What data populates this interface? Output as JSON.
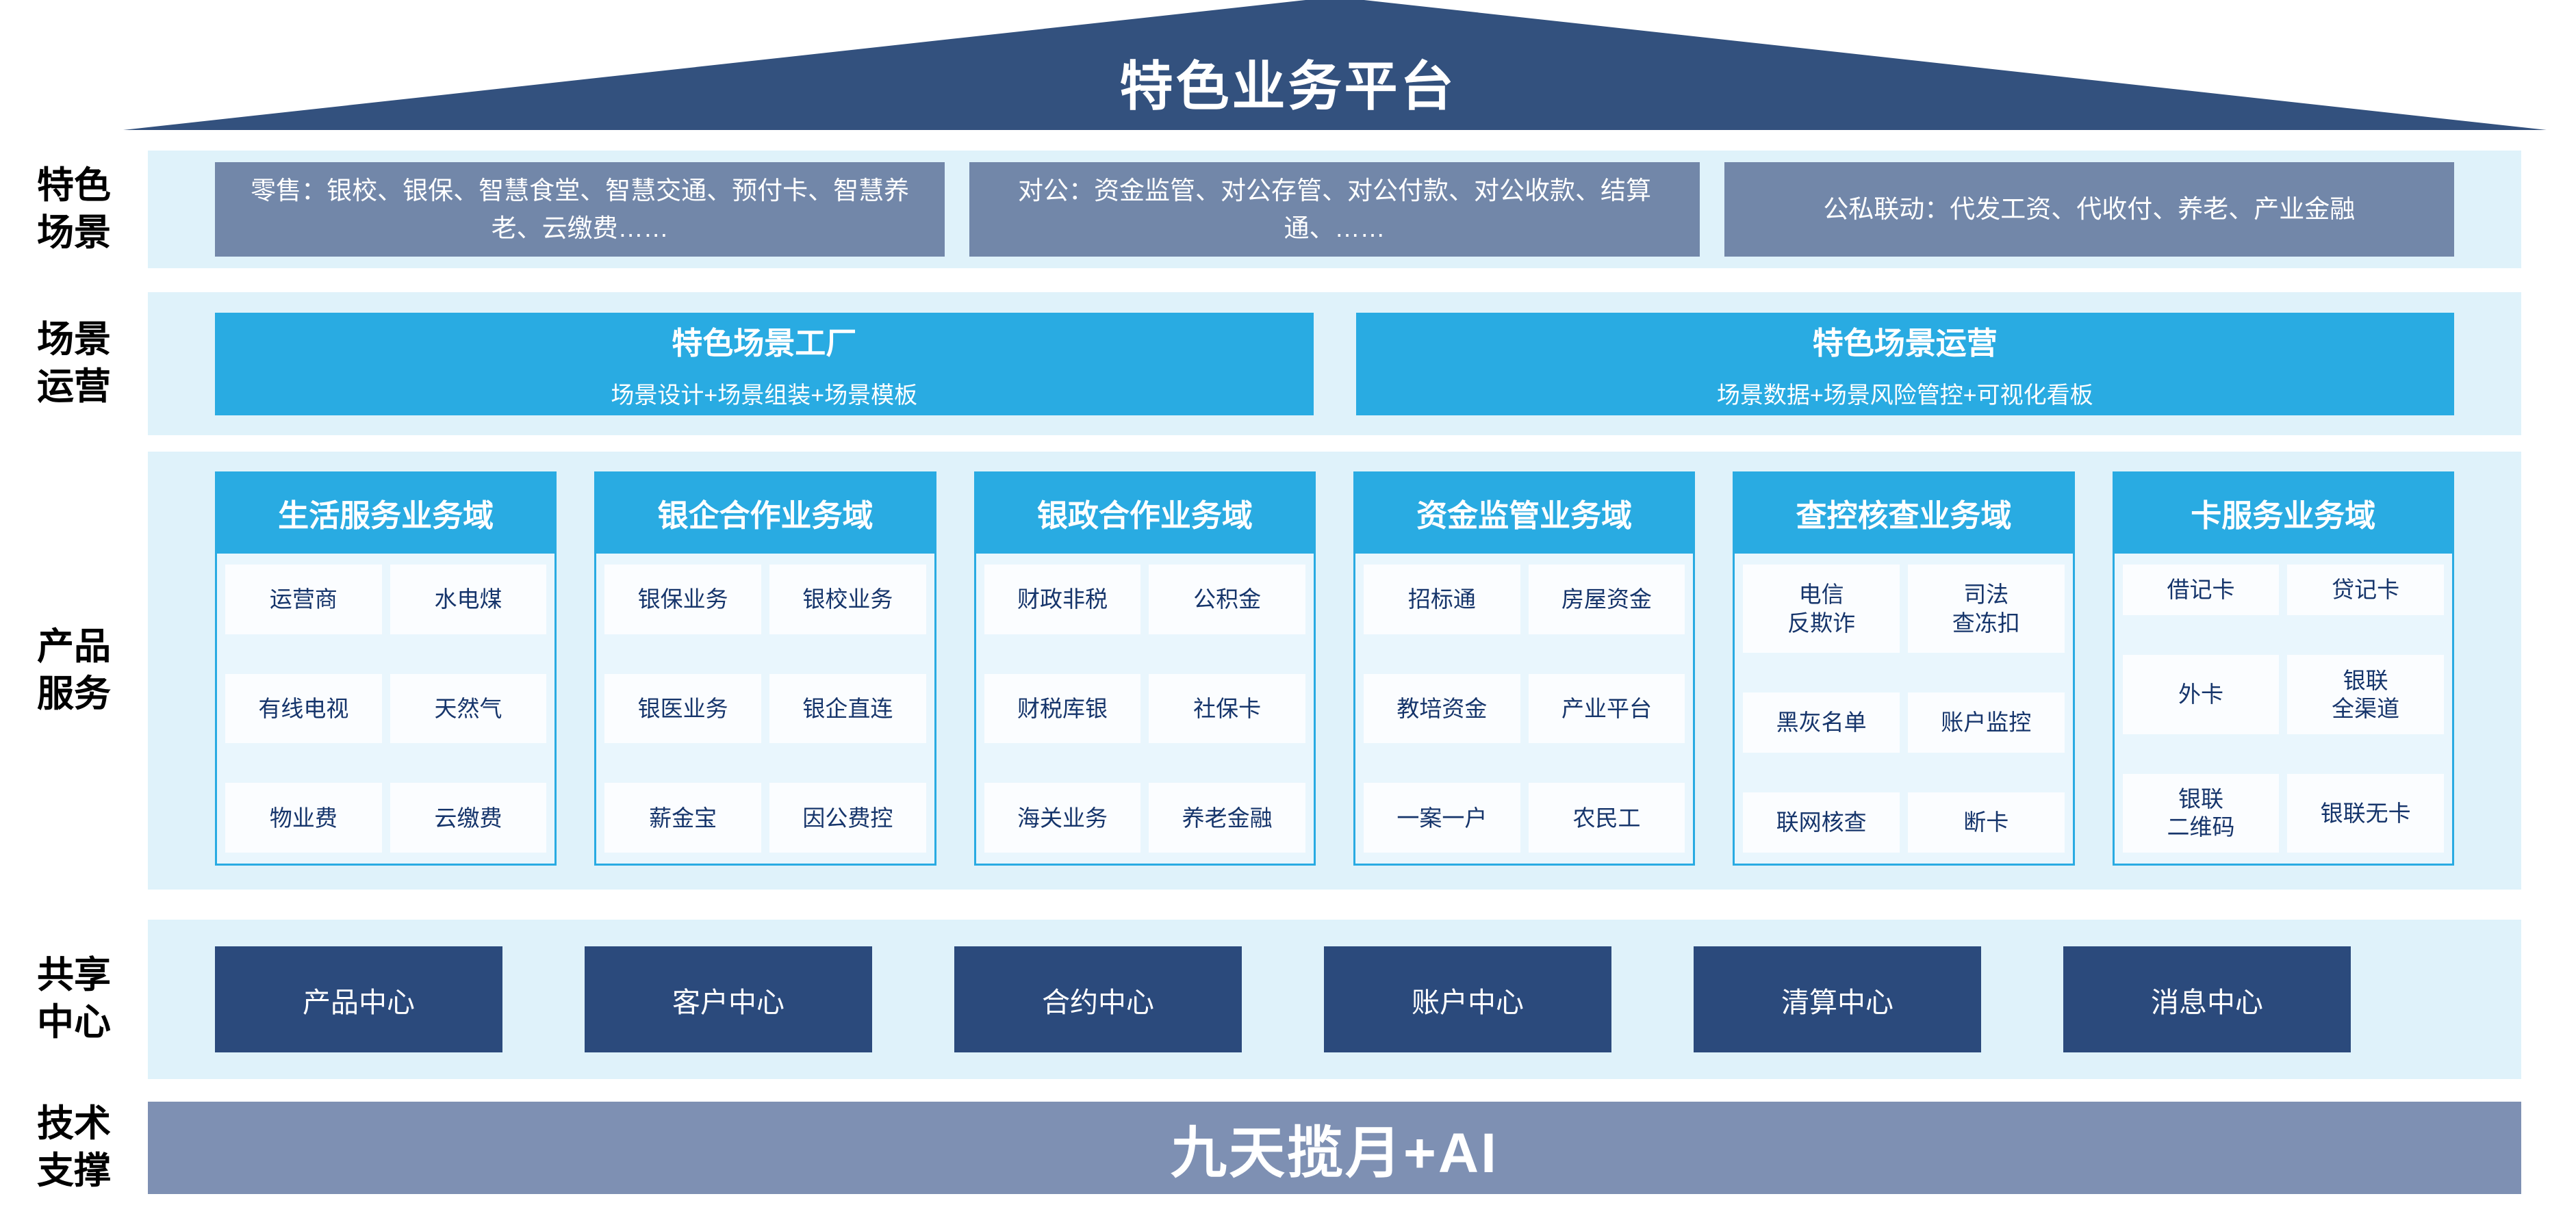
{
  "platform_title": "特色业务平台",
  "colors": {
    "roof_navy": "#33517E",
    "scenario_grayblue": "#7287A9",
    "cyan_accent": "#29ABE2",
    "panel_light_blue": "#DFF2FA",
    "column_body_blue": "#E9F6FD",
    "cell_bg": "#FBFDFF",
    "cell_text_navy": "#16356B",
    "center_navy": "#2B4A7C",
    "tech_bar_grayblue": "#7E90B3"
  },
  "rows": {
    "scenarios": {
      "label": "特色\n场景",
      "boxes": [
        "零售：银校、银保、智慧食堂、智慧交通、预付卡、智慧养老、云缴费……",
        "对公：资金监管、对公存管、对公付款、对公收款、结算通、……",
        "公私联动：代发工资、代收付、养老、产业金融"
      ]
    },
    "operations": {
      "label": "场景\n运营",
      "boxes": [
        {
          "title": "特色场景工厂",
          "subtitle": "场景设计+场景组装+场景模板"
        },
        {
          "title": "特色场景运营",
          "subtitle": "场景数据+场景风险管控+可视化看板"
        }
      ]
    },
    "products": {
      "label": "产品\n服务",
      "columns": [
        {
          "header": "生活服务业务域",
          "cells": [
            "运营商",
            "水电煤",
            "有线电视",
            "天然气",
            "物业费",
            "云缴费"
          ]
        },
        {
          "header": "银企合作业务域",
          "cells": [
            "银保业务",
            "银校业务",
            "银医业务",
            "银企直连",
            "薪金宝",
            "因公费控"
          ]
        },
        {
          "header": "银政合作业务域",
          "cells": [
            "财政非税",
            "公积金",
            "财税库银",
            "社保卡",
            "海关业务",
            "养老金融"
          ]
        },
        {
          "header": "资金监管业务域",
          "cells": [
            "招标通",
            "房屋资金",
            "教培资金",
            "产业平台",
            "一案一户",
            "农民工"
          ]
        },
        {
          "header": "查控核查业务域",
          "cells": [
            "电信\n反欺诈",
            "司法\n查冻扣",
            "黑灰名单",
            "账户监控",
            "联网核查",
            "断卡"
          ]
        },
        {
          "header": "卡服务业务域",
          "cells": [
            "借记卡",
            "贷记卡",
            "外卡",
            "银联\n全渠道",
            "银联\n二维码",
            "银联无卡"
          ]
        }
      ]
    },
    "centers": {
      "label": "共享\n中心",
      "boxes": [
        "产品中心",
        "客户中心",
        "合约中心",
        "账户中心",
        "清算中心",
        "消息中心"
      ]
    },
    "tech": {
      "label": "技术\n支撑",
      "bar_title": "九天揽月+AI"
    }
  }
}
